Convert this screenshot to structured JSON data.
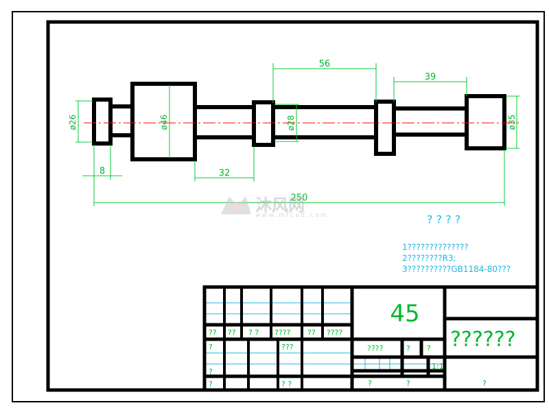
{
  "dimensions": {
    "d26": "ø26",
    "d46": "ø46",
    "d28": "ø28",
    "d35": "ø35",
    "len56": "56",
    "len39": "39",
    "len8": "8",
    "len32": "32",
    "len250": "250"
  },
  "watermark": {
    "name": "沐风网",
    "url": "www.mfcad.com"
  },
  "notes": {
    "heading": "? ? ? ?",
    "lines": [
      "1??????????????",
      "2????????R3;",
      "3??????????GB1184-80???"
    ]
  },
  "title_block": {
    "material": "45",
    "drawing_name": "??????",
    "row1": [
      "??",
      "??",
      "? ?",
      "????",
      "??",
      "????"
    ],
    "row2a": "?",
    "row2b": "???",
    "row3": "?",
    "row4a": "?",
    "row4b": "? ?",
    "mid_a": "????",
    "mid_b": "?",
    "mid_c": "?",
    "scale": "1:1",
    "bottom_a": "?",
    "bottom_b": "?",
    "bottom_c": "?"
  },
  "colors": {
    "outline": "#000000",
    "dimension": "#00cc33",
    "centerline": "#ff0000",
    "text_cyan": "#22b5e0"
  }
}
